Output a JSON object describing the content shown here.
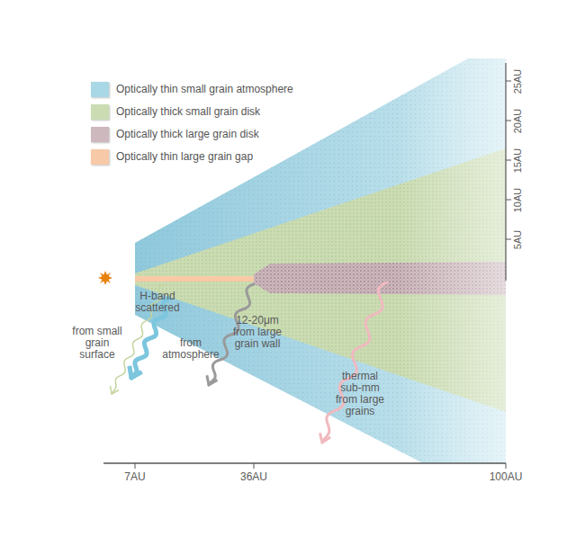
{
  "diagram": {
    "labels": [
      "25AU",
      "20AU",
      "15AU",
      "10AU",
      "5AU",
      "7AU",
      "36AU",
      "100AU",
      "H-band scattered",
      "from small grain surface",
      "from atmosphere",
      "12-20μm from large grain wall",
      "thermal sub-mm from large grains"
    ],
    "legend": [
      {
        "text": "Optically thin small grain atmosphere",
        "color": "#a8d8e6"
      },
      {
        "text": "Optically thick small grain disk",
        "color": "#cbdcb2"
      },
      {
        "text": "Optically thick large grain disk",
        "color": "#cdb8bd"
      },
      {
        "text": "Optically thin large grain gap",
        "color": "#f8c9a6"
      }
    ]
  }
}
